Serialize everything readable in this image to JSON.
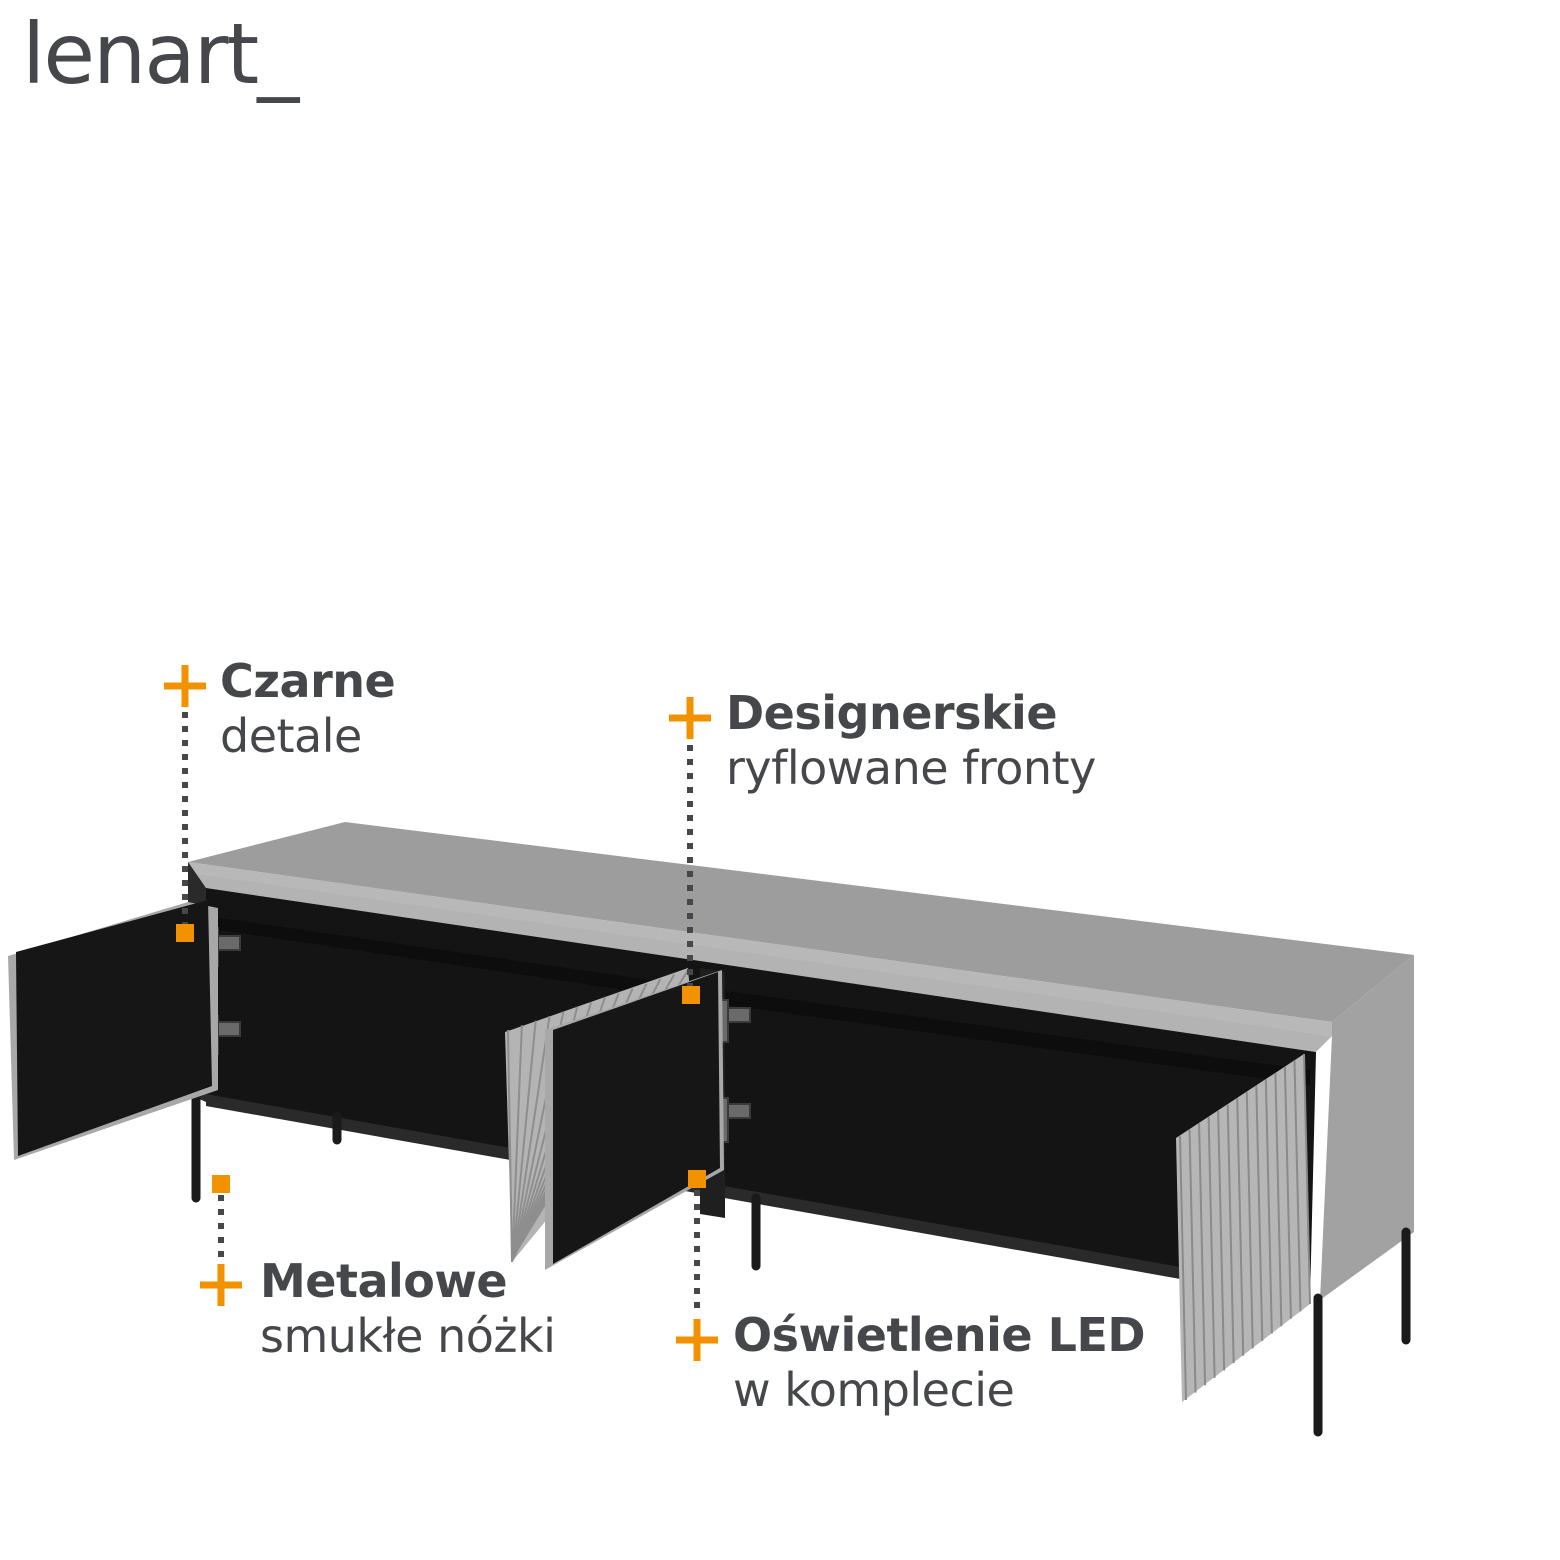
{
  "brand": {
    "name": "lenart",
    "suffix": "_"
  },
  "colors": {
    "accent": "#f39200",
    "text": "#46474b",
    "cabinet_grey": "#a9a9aa",
    "cabinet_black": "#161616"
  },
  "callouts": [
    {
      "bold": "Czarne",
      "regular": "detale"
    },
    {
      "bold": "Designerskie",
      "regular": "ryflowane fronty"
    },
    {
      "bold": "Metalowe",
      "regular": "smukłe nóżki"
    },
    {
      "bold": "Oświetlenie LED",
      "regular": "w komplecie"
    }
  ]
}
